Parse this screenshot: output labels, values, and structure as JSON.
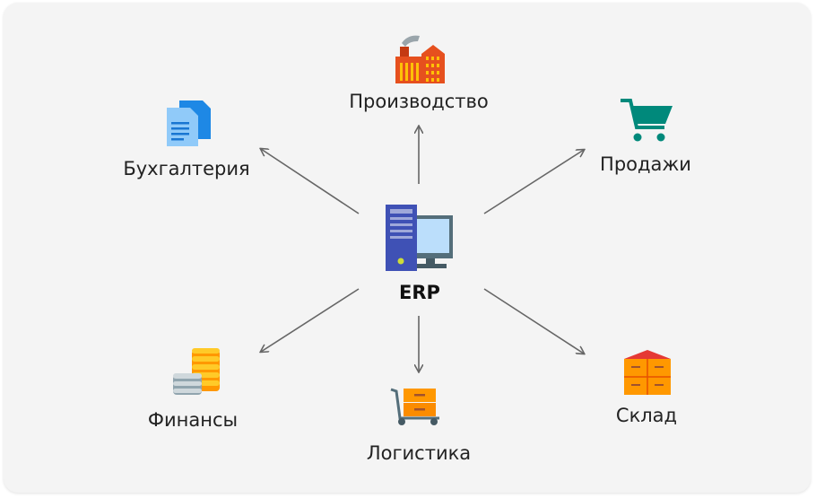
{
  "center": {
    "label": "ERP"
  },
  "modules": {
    "production": "Производство",
    "accounting": "Бухгалтерия",
    "sales": "Продажи",
    "finance": "Финансы",
    "logistics": "Логистика",
    "warehouse": "Склад"
  },
  "colors": {
    "arrow": "#666666",
    "background": "#f4f4f4"
  }
}
